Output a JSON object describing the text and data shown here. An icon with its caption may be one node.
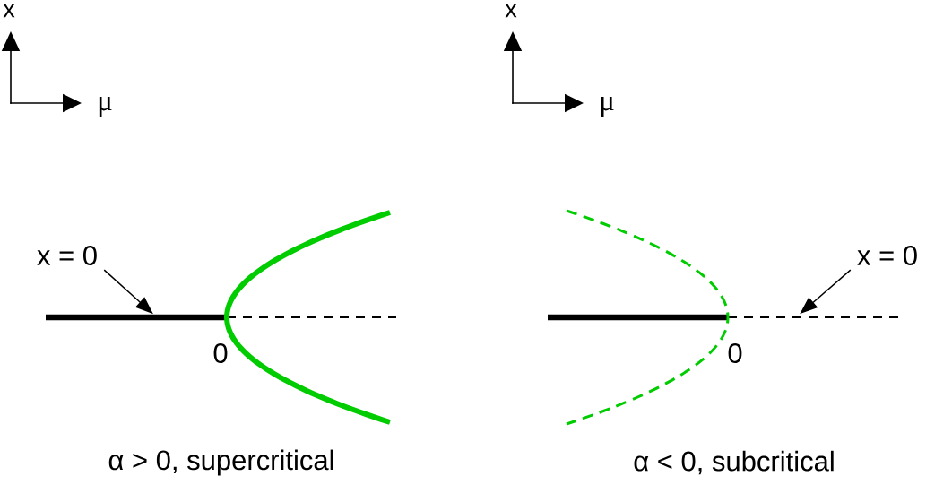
{
  "diagram": {
    "nodes": [
      {
        "text": [
          "x = 0"
        ]
      },
      {
        "text": [],
        "shape": "line"
      },
      {
        "text": [
          "x = 0"
        ]
      },
      {
        "text": [],
        "shape": "line"
      }
    ],
    "edges": [
      {
        "from": 0,
        "to": 1,
        "arrow": "to"
      },
      {
        "from": 2,
        "to": 3,
        "arrow": "to"
      }
    ],
    "labels": [
      "x",
      "x",
      "μ",
      "μ",
      "0",
      "0",
      "α > 0,   supercritical",
      "α < 0,   subcritical"
    ]
  }
}
